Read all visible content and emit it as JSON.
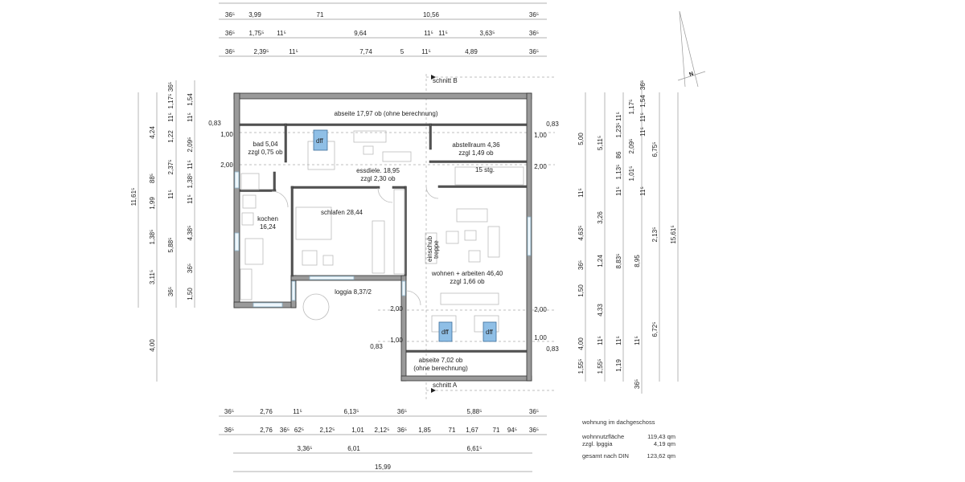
{
  "drawing": {
    "north_label": "N",
    "section_labels": {
      "b": "schnitt  B",
      "a": "schnitt  A"
    },
    "stair_label": "15 stg.",
    "attic_ladder_label": [
      "einschub",
      "treppe"
    ],
    "skylight_label": "dff",
    "colors": {
      "wall": "#9a9a9a",
      "skylight": "#8fbfe6",
      "window": "#8fb6cc"
    }
  },
  "rooms": [
    {
      "name": "abseite",
      "lines": [
        "abseite  17,97 ob (ohne berechnung)"
      ]
    },
    {
      "name": "bad",
      "lines": [
        "bad  5,04",
        "zzgl  0,75 ob"
      ]
    },
    {
      "name": "essdiele",
      "lines": [
        "essdiele.  18,95",
        "zzgl  2,30 ob"
      ]
    },
    {
      "name": "abstellraum",
      "lines": [
        "abstellraum 4,36",
        "zzgl  1,49 ob"
      ]
    },
    {
      "name": "kochen",
      "lines": [
        "kochen",
        "16,24"
      ]
    },
    {
      "name": "schlafen",
      "lines": [
        "schlafen  28,44"
      ]
    },
    {
      "name": "wohnen",
      "lines": [
        "wohnen + arbeiten  46,40",
        "zzgl 1,66 ob"
      ]
    },
    {
      "name": "loggia",
      "lines": [
        "loggia   8,37/2"
      ]
    },
    {
      "name": "abseite-south",
      "lines": [
        "abseite  7,02  ob",
        "(ohne berechnung)"
      ]
    }
  ],
  "dimensions": {
    "top": {
      "row1": [
        "36⁵",
        "3,99",
        "71",
        "10,56",
        "36⁵"
      ],
      "row2": [
        "36⁵",
        "1,75⁵",
        "11⁵",
        "9,64",
        "11⁵",
        "11⁵",
        "3,63⁵",
        "36⁵"
      ],
      "row3": [
        "36⁵",
        "2,39⁵",
        "11⁵",
        "7,74",
        "5",
        "11⁵",
        "4,89",
        "36⁵"
      ]
    },
    "bottom": {
      "row1": [
        "36⁵",
        "2,76",
        "11⁵",
        "6,13⁵",
        "36⁵",
        "5,88⁵",
        "36⁵"
      ],
      "row2": [
        "36⁵",
        "2,76",
        "36⁵",
        "62⁵",
        "2,12⁵",
        "1,01",
        "2,12⁵",
        "36⁵",
        "1,85",
        "71",
        "1,67",
        "71",
        "94⁵",
        "36⁵"
      ],
      "row3": [
        "3,36⁵",
        "6,01",
        "6,61⁵"
      ],
      "row4": [
        "15,99"
      ]
    },
    "left": {
      "total": [
        "11,61⁵"
      ],
      "col1": [
        "4,24",
        "88⁵",
        "1,99",
        "1,38⁵",
        "3,11⁵",
        "4,00"
      ],
      "col2": [
        "36⁵",
        "1,17⁵",
        "11⁵",
        "1,22",
        "2,37⁵",
        "11⁵",
        "5,88⁵",
        "36⁵"
      ],
      "col3": [
        "1,54",
        "11⁵",
        "2,09⁵",
        "11⁵",
        "1,38⁵",
        "11⁵",
        "4,38⁵",
        "36⁵",
        "1,50"
      ]
    },
    "right": {
      "col1": [
        "5,00",
        "11⁵",
        "4,63⁵",
        "36⁵",
        "1,50",
        "4,00",
        "1,55⁵"
      ],
      "col2": [
        "5,11⁵",
        "3,26",
        "1,24",
        "4,33",
        "11⁵",
        "1,55⁵"
      ],
      "col3": [
        "11⁵",
        "1,23⁵",
        "86",
        "1,13⁵",
        "11⁵",
        "8,83⁵",
        "11⁵",
        "1,19"
      ],
      "col4": [
        "36⁵",
        "1,54",
        "11⁵",
        "2,09⁵",
        "1,17⁵",
        "11⁵",
        "1,01⁵",
        "11⁵",
        "8,95",
        "11⁵",
        "36⁵"
      ],
      "col5": [
        "6,75⁵",
        "2,13⁵",
        "6,72⁵"
      ],
      "total": [
        "15,61⁵"
      ]
    },
    "heights": {
      "left": [
        "0,83",
        "1,00",
        "2,00"
      ],
      "middle": [
        "2,00",
        "1,00",
        "0,83"
      ],
      "right_top": [
        "0,83",
        "1,00",
        "2,00"
      ],
      "right_bottom": [
        "2,00",
        "1,00",
        "0,83"
      ]
    }
  },
  "summary": {
    "title": "wohnung im dachgeschoss",
    "rows": [
      {
        "label": "wohnnutzfläche",
        "value": "119,43 qm"
      },
      {
        "label": "zzgl. lpggia",
        "value": "4,19 qm"
      },
      {
        "label": "gesamt  nach DIN",
        "value": "123,62 qm"
      }
    ]
  }
}
